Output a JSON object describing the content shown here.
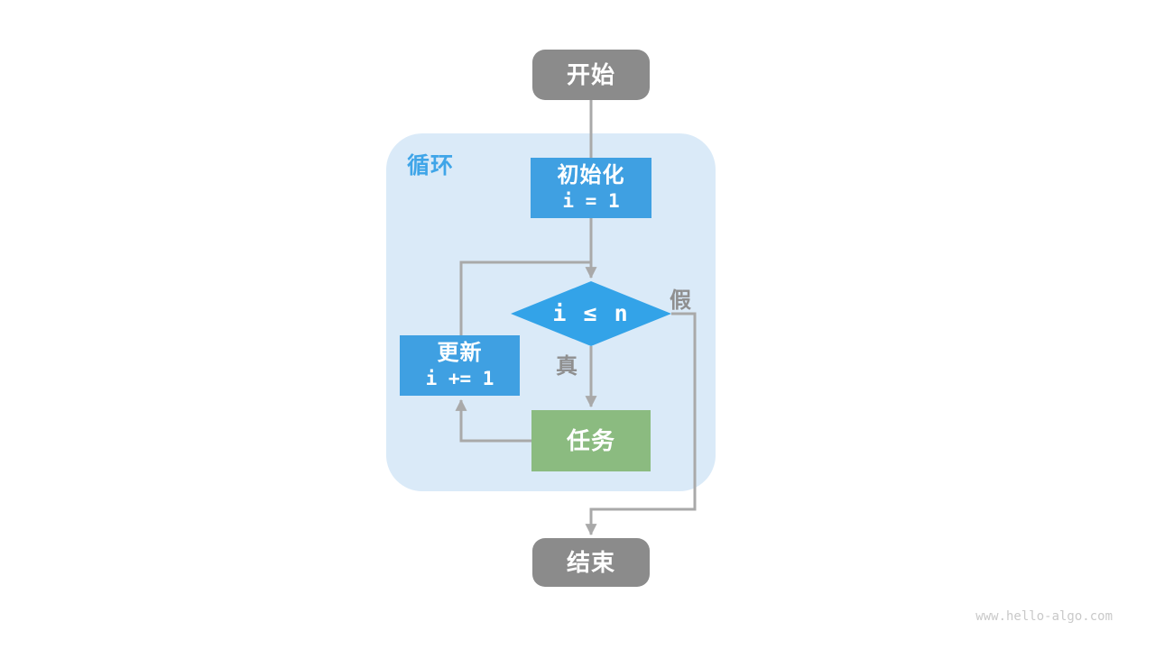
{
  "diagram": {
    "loop_label": "循环",
    "watermark": "www.hello-algo.com",
    "nodes": {
      "start": {
        "label": "开始"
      },
      "init": {
        "label": "初始化",
        "code": "i = 1"
      },
      "condition": {
        "label": "i ≤ n"
      },
      "update": {
        "label": "更新",
        "code": "i += 1"
      },
      "task": {
        "label": "任务"
      },
      "end": {
        "label": "结束"
      }
    },
    "edge_labels": {
      "true_branch": "真",
      "false_branch": "假"
    }
  },
  "colors": {
    "node_blue": "#3FA0E2",
    "diamond_blue": "#33A3E8",
    "node_green": "#8BBB80",
    "node_gray": "#8B8B8B",
    "container_bg": "#DAEAF8",
    "line_gray": "#A9A9A9",
    "label_gray": "#8F8F8F",
    "loop_label_blue": "#3FA5E8",
    "watermark_gray": "#C9C9C9"
  }
}
